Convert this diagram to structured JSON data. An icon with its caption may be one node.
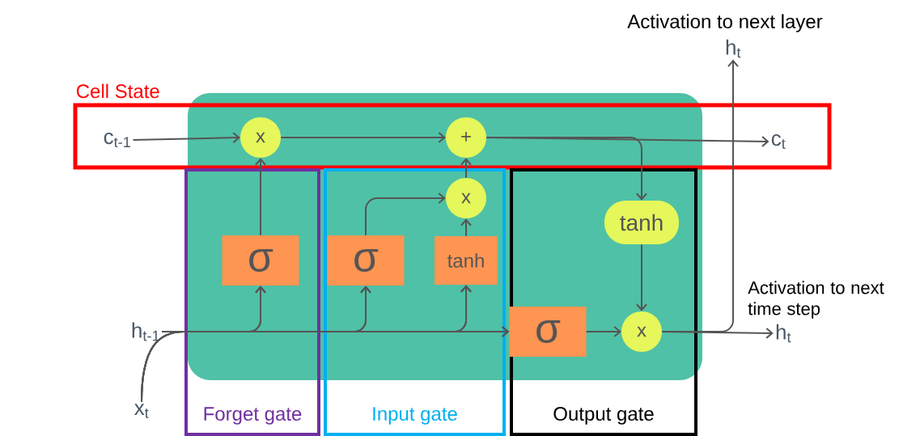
{
  "diagram": {
    "nodes": [
      {
        "text": [
          "Cell State"
        ]
      },
      {
        "text": [
          "c$_{t-1}$"
        ],
        "in": 0
      },
      {
        "text": [
          "x"
        ],
        "in": 0
      },
      {
        "text": [
          "+"
        ],
        "in": 0
      },
      {
        "text": [
          "c$_{t}$"
        ],
        "in": 0
      },
      {
        "text": [
          "Forget gate"
        ]
      },
      {
        "text": [
          "σ"
        ],
        "in": 5
      },
      {
        "text": [
          "Input gate"
        ]
      },
      {
        "text": [
          "σ"
        ],
        "in": 7
      },
      {
        "text": [
          "tanh"
        ],
        "in": 7
      },
      {
        "text": [
          "x"
        ],
        "in": 7
      },
      {
        "text": [
          "Output gate"
        ]
      },
      {
        "text": [
          "tanh"
        ],
        "in": 11
      },
      {
        "text": [
          "σ"
        ],
        "in": 11
      },
      {
        "text": [
          "x"
        ],
        "in": 11
      },
      {
        "text": [
          "h$_{t-1}$"
        ]
      },
      {
        "text": [
          "x$_{t}$"
        ]
      },
      {
        "text": [
          "h$_{t}$"
        ],
        "beside": [
          "Activation to next layer"
        ]
      },
      {
        "text": [
          "h$_{t}$"
        ],
        "beside": [
          "Activation to next time step"
        ]
      }
    ],
    "edges": [
      {
        "from": 1,
        "to": 2,
        "arrow": "to"
      },
      {
        "from": 2,
        "to": 3,
        "arrow": "to"
      },
      {
        "from": 3,
        "to": 4,
        "arrow": "to"
      },
      {
        "from": 3,
        "to": 12,
        "arrow": "to"
      },
      {
        "from": 6,
        "to": 2,
        "arrow": "to"
      },
      {
        "from": 8,
        "to": 10,
        "arrow": "to"
      },
      {
        "from": 9,
        "to": 10,
        "arrow": "to"
      },
      {
        "from": 10,
        "to": 3,
        "arrow": "to"
      },
      {
        "from": 15,
        "to": 6,
        "arrow": "to"
      },
      {
        "from": 15,
        "to": 8,
        "arrow": "to"
      },
      {
        "from": 15,
        "to": 9,
        "arrow": "to"
      },
      {
        "from": 15,
        "to": 13,
        "arrow": "to"
      },
      {
        "from": 16,
        "to": 6,
        "arrow": "to"
      },
      {
        "from": 16,
        "to": 8,
        "arrow": "to"
      },
      {
        "from": 16,
        "to": 9,
        "arrow": "to"
      },
      {
        "from": 16,
        "to": 13,
        "arrow": "to"
      },
      {
        "from": 13,
        "to": 14,
        "arrow": "to"
      },
      {
        "from": 12,
        "to": 14,
        "arrow": "to"
      },
      {
        "from": 14,
        "to": 17,
        "arrow": "to"
      },
      {
        "from": 14,
        "to": 18,
        "arrow": "to"
      }
    ]
  }
}
